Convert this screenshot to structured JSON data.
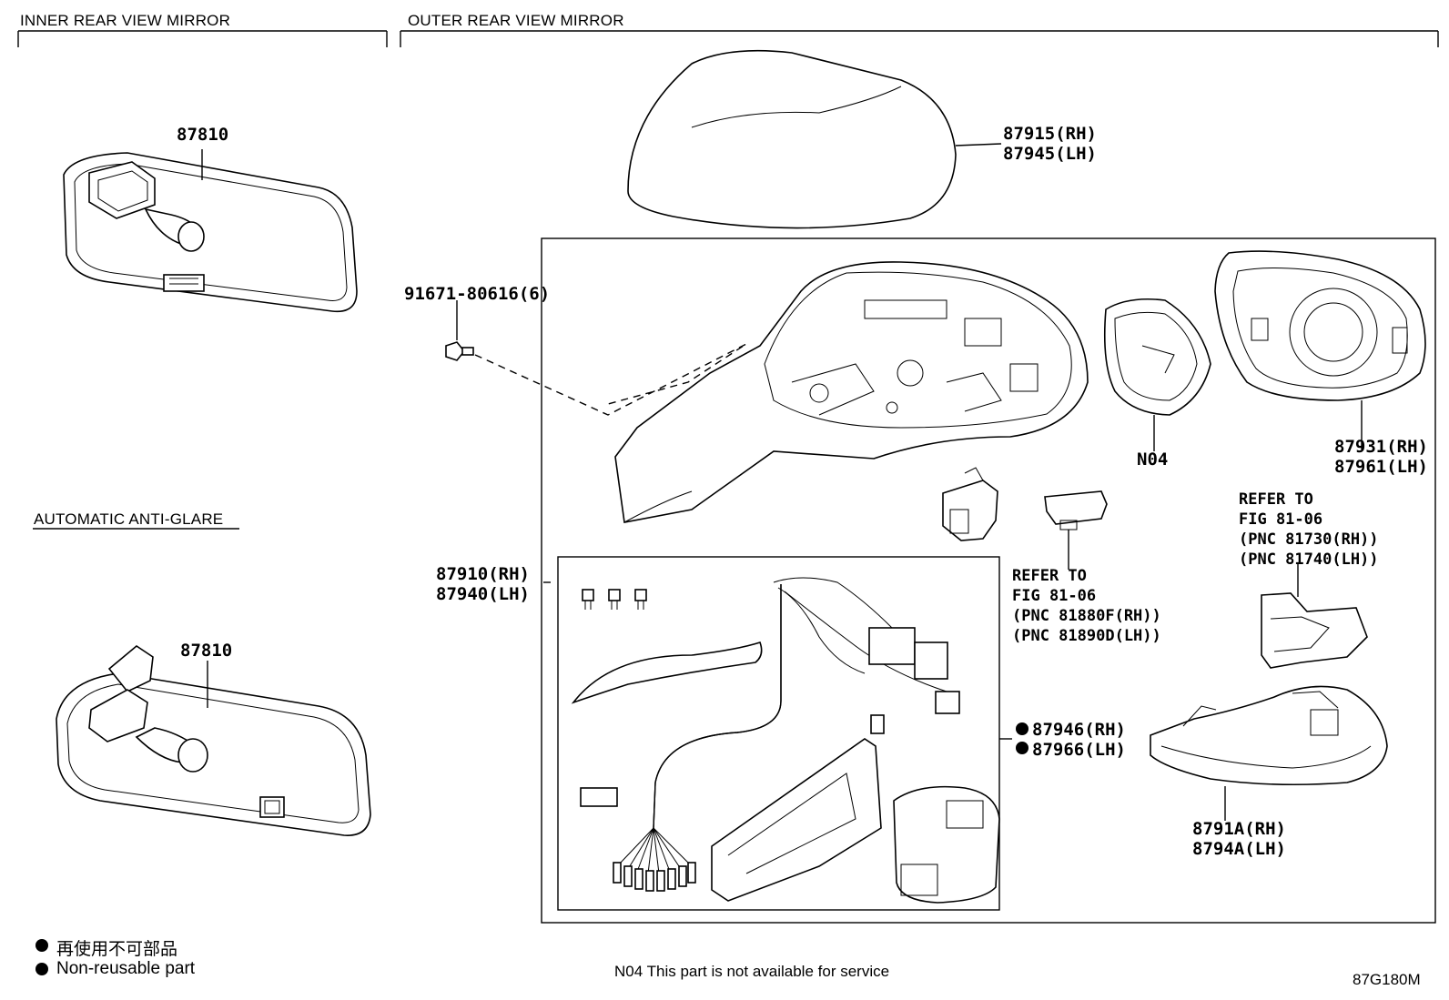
{
  "headers": {
    "inner": "INNER REAR VIEW MIRROR",
    "outer": "OUTER REAR VIEW MIRROR",
    "anti_glare": "AUTOMATIC ANTI-GLARE"
  },
  "callouts": {
    "inner_mirror_top": "87810",
    "inner_mirror_bottom": "87810",
    "cover_rh": "87915(RH)",
    "cover_lh": "87945(LH)",
    "screw": "91671-80616(6)",
    "mirror_assy_rh": "87910(RH)",
    "mirror_assy_lh": "87940(LH)",
    "n04": "N04",
    "frame_rh": "87931(RH)",
    "frame_lh": "87961(LH)",
    "harness_rh": "87946(RH)",
    "harness_lh": "87966(LH)",
    "lamp_rh": "8791A(RH)",
    "lamp_lh": "8794A(LH)"
  },
  "refer_blocks": {
    "block1": {
      "line1": "REFER TO",
      "line2": "FIG 81-06",
      "line3": "(PNC 81730(RH))",
      "line4": "(PNC 81740(LH))"
    },
    "block2": {
      "line1": "REFER TO",
      "line2": "FIG 81-06",
      "line3": "(PNC 81880F(RH))",
      "line4": "(PNC 81890D(LH))"
    }
  },
  "legend": {
    "jp": "再使用不可部品",
    "en": "Non-reusable part"
  },
  "notes": {
    "n04_note": "N04 This part is not available for service",
    "figure_code": "87G180M"
  }
}
